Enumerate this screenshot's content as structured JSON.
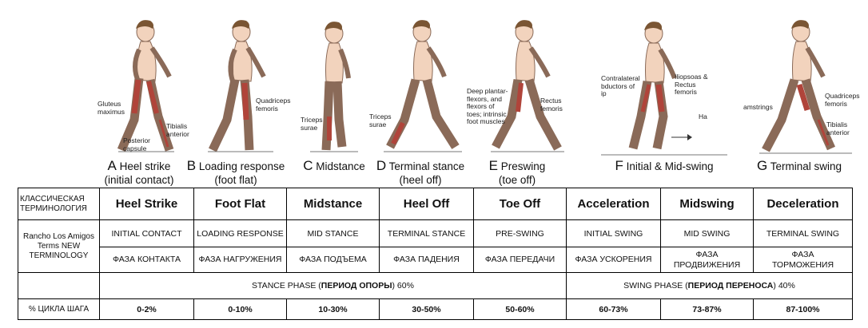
{
  "figures": [
    {
      "letter": "A",
      "caption": "Heel strike",
      "sub": "(initial contact)",
      "labels": [
        "Gluteus maximus",
        "Posterior capsule",
        "Tibialis anterior"
      ]
    },
    {
      "letter": "B",
      "caption": "Loading response",
      "sub": "(foot flat)",
      "labels": [
        "Quadriceps femoris"
      ]
    },
    {
      "letter": "C",
      "caption": "Midstance",
      "sub": "",
      "labels": [
        "Triceps surae"
      ]
    },
    {
      "letter": "D",
      "caption": "Terminal stance",
      "sub": "(heel off)",
      "labels": [
        "Triceps surae"
      ]
    },
    {
      "letter": "E",
      "caption": "Preswing",
      "sub": "(toe off)",
      "labels": [
        "Deep plantar- flexors, and flexors of toes; intrinsic foot muscles",
        "Rectus femoris"
      ]
    },
    {
      "letter": "F",
      "caption": "Initial & Mid-swing",
      "sub": "",
      "labels": [
        "Contralateral bductors of ip",
        "Iliopsoas & Rectus femoris",
        "Ha"
      ]
    },
    {
      "letter": "G",
      "caption": "Terminal swing",
      "sub": "",
      "labels": [
        "Quadriceps femoris",
        "amstrings",
        "Tibialis anterior"
      ]
    }
  ],
  "table": {
    "classic_header": "КЛАССИЧЕСКАЯ ТЕРМИНОЛОГИЯ",
    "classic": [
      "Heel Strike",
      "Foot Flat",
      "Midstance",
      "Heel Off",
      "Toe Off",
      "Acceleration",
      "Midswing",
      "Deceleration"
    ],
    "rancho_header": "Rancho Los Amigos Terms NEW TERMINOLOGY",
    "rancho": [
      "INITIAL CONTACT",
      "LOADING RESPONSE",
      "MID STANCE",
      "TERMINAL STANCE",
      "PRE-SWING",
      "INITIAL SWING",
      "MID SWING",
      "TERMINAL SWING"
    ],
    "russian": [
      "ФАЗА КОНТАКТА",
      "ФАЗА НАГРУЖЕНИЯ",
      "ФАЗА ПОДЪЕМА",
      "ФАЗА ПАДЕНИЯ",
      "ФАЗА ПЕРЕДАЧИ",
      "ФАЗА УСКОРЕНИЯ",
      "ФАЗА ПРОДВИЖЕНИЯ",
      "ФАЗА ТОРМОЖЕНИЯ"
    ],
    "stance_pre": "STANCE PHASE (",
    "stance_bold": "ПЕРИОД ОПОРЫ",
    "stance_post": ") 60%",
    "swing_pre": "SWING PHASE (",
    "swing_bold": "ПЕРИОД ПЕРЕНОСА",
    "swing_post": ") 40%",
    "cycle_header": "% ЦИКЛА ШАГА",
    "cycle": [
      "0-2%",
      "0-10%",
      "10-30%",
      "30-50%",
      "50-60%",
      "60-73%",
      "73-87%",
      "87-100%"
    ]
  },
  "colors": {
    "skin": "#f2d3bd",
    "skin_line": "#8a6a58",
    "hair": "#7a5533",
    "muscle": "#b0443a",
    "bone": "#e8e8e8",
    "border": "#000000"
  }
}
